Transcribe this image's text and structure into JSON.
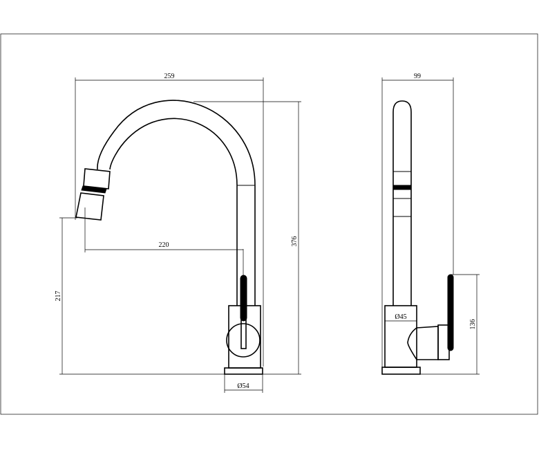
{
  "drawing": {
    "front_view": {
      "overall_width": "259",
      "spout_reach": "220",
      "total_height": "376",
      "spout_height": "217",
      "base_diameter": "Ø54"
    },
    "side_view": {
      "overall_depth": "99",
      "handle_height": "136",
      "body_diameter": "Ø45"
    }
  }
}
